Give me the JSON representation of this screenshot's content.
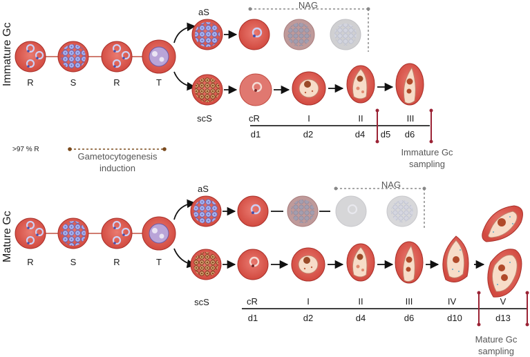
{
  "colors": {
    "rbc": "#d9544a",
    "rbc_edge": "#a8302a",
    "rbc_light": "#e8837a",
    "parasite_blue": "#9aa6e6",
    "parasite_dark": "#5a5fb8",
    "brown": "#7a4a1c",
    "faded": "#c8c8cc",
    "axis_red": "#9b2335",
    "dotted": "#888888",
    "gamete_body": "#f7dcc8",
    "nucleus": "#a04a2a"
  },
  "immature": {
    "panel_label": "Immature Gc",
    "cycle_labels": [
      "R",
      "S",
      "R",
      "T"
    ],
    "asexual_label": "aS",
    "nag_label": "NAG",
    "sexual_label": "scS",
    "stage_labels": [
      "cR",
      "I",
      "II",
      "III"
    ],
    "day_labels": [
      "d1",
      "d2",
      "d4",
      "d5",
      "d6"
    ],
    "sampling_label_line1": "Immature Gc",
    "sampling_label_line2": "sampling"
  },
  "middle": {
    "ring_pct": ">97 % R",
    "induction_line1": "Gametocytogenesis",
    "induction_line2": "induction"
  },
  "mature": {
    "panel_label": "Mature Gc",
    "cycle_labels": [
      "R",
      "S",
      "R",
      "T"
    ],
    "asexual_label": "aS",
    "nag_label": "NAG",
    "sexual_label": "scS",
    "stage_labels": [
      "cR",
      "I",
      "II",
      "III",
      "IV",
      "V"
    ],
    "day_labels": [
      "d1",
      "d2",
      "d4",
      "d6",
      "d10",
      "d13"
    ],
    "sampling_label_line1": "Mature Gc",
    "sampling_label_line2": "sampling"
  }
}
